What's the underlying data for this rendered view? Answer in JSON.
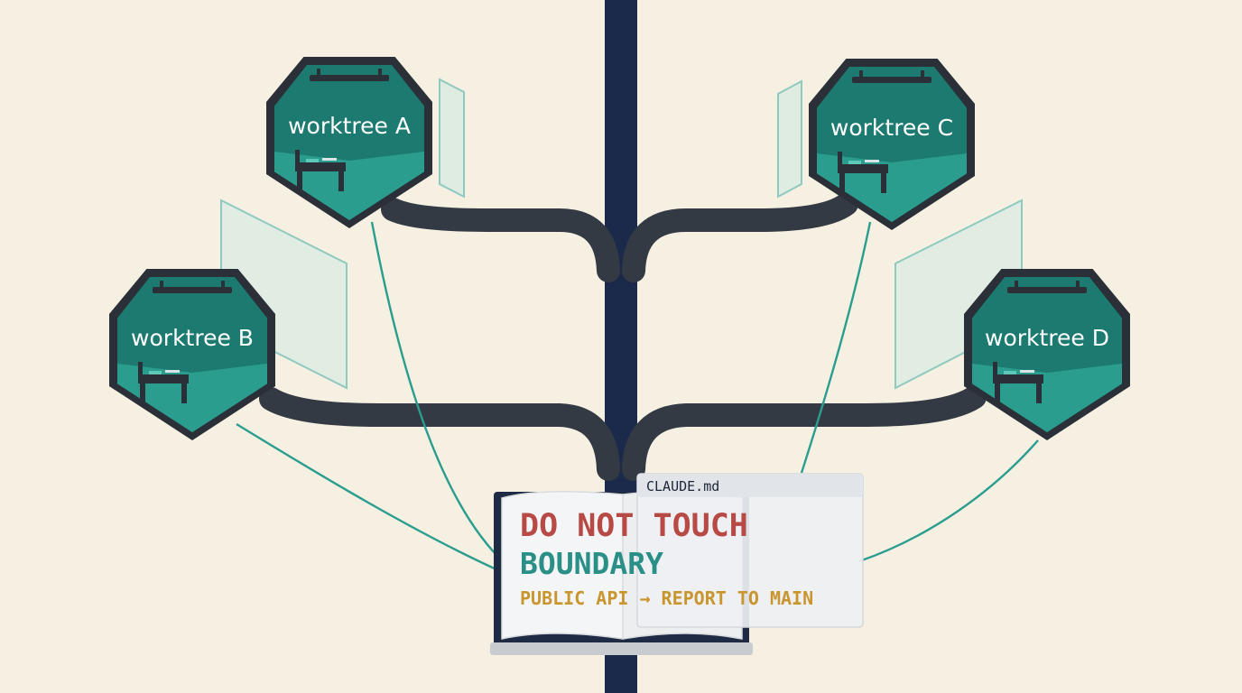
{
  "nodes": [
    {
      "id": "a",
      "label": "worktree A"
    },
    {
      "id": "b",
      "label": "worktree B"
    },
    {
      "id": "c",
      "label": "worktree C"
    },
    {
      "id": "d",
      "label": "worktree D"
    }
  ],
  "card": {
    "tab_title": "CLAUDE.md",
    "line1": "DO NOT TOUCH",
    "line2": "BOUNDARY",
    "line3": "PUBLIC API → REPORT TO MAIN"
  },
  "colors": {
    "background": "#f6f0e2",
    "trunk": "#1b2a4a",
    "branch": "#343a44",
    "teal": "#2a9d8f",
    "teal_dark": "#1c7a70",
    "hex_border": "#2b3038",
    "red": "#b84a45",
    "teal_text": "#2a8f86",
    "gold": "#c9952f"
  }
}
